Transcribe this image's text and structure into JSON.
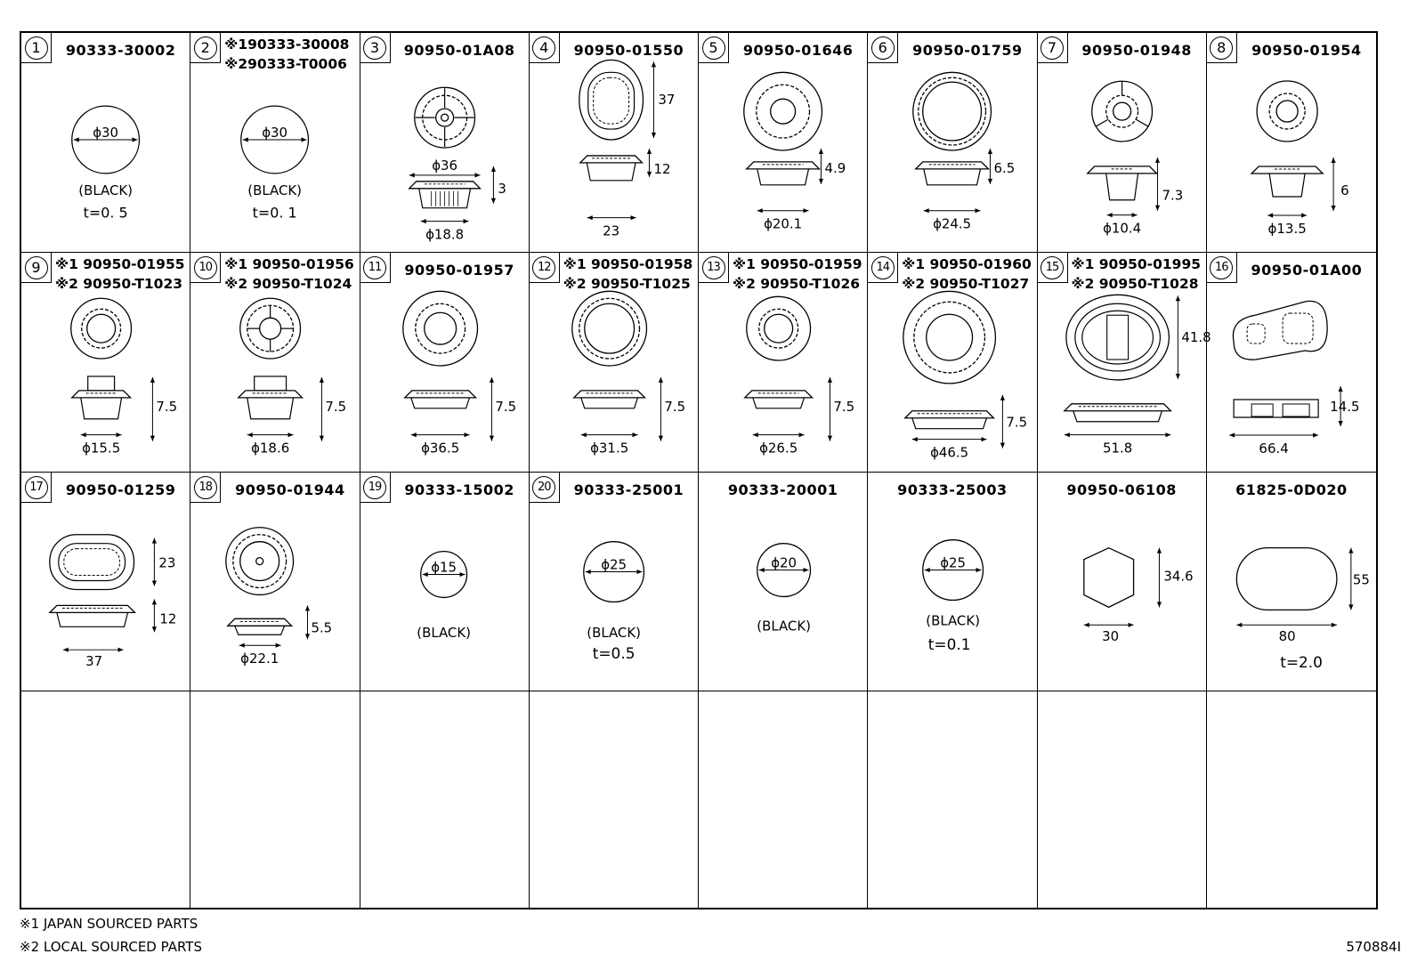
{
  "cells": [
    {
      "index": "1",
      "part_numbers": [
        "90333-30002"
      ],
      "dims": {
        "diameter": "ϕ30"
      },
      "color": "(BLACK)",
      "thickness": "t=0. 5"
    },
    {
      "index": "2",
      "part_numbers": [
        "※190333-30008",
        "※290333-T0006"
      ],
      "dims": {
        "diameter": "ϕ30"
      },
      "color": "(BLACK)",
      "thickness": "t=0. 1"
    },
    {
      "index": "3",
      "part_numbers": [
        "90950-01A08"
      ],
      "dims": {
        "diameter": "ϕ36",
        "height": "3",
        "hole": "ϕ18.8"
      }
    },
    {
      "index": "4",
      "part_numbers": [
        "90950-01550"
      ],
      "dims": {
        "length": "37",
        "height": "12",
        "width": "23"
      }
    },
    {
      "index": "5",
      "part_numbers": [
        "90950-01646"
      ],
      "dims": {
        "height": "4.9",
        "hole": "ϕ20.1"
      }
    },
    {
      "index": "6",
      "part_numbers": [
        "90950-01759"
      ],
      "dims": {
        "height": "6.5",
        "hole": "ϕ24.5"
      }
    },
    {
      "index": "7",
      "part_numbers": [
        "90950-01948"
      ],
      "dims": {
        "height": "7.3",
        "hole": "ϕ10.4"
      }
    },
    {
      "index": "8",
      "part_numbers": [
        "90950-01954"
      ],
      "dims": {
        "height": "6",
        "hole": "ϕ13.5"
      }
    },
    {
      "index": "9",
      "part_numbers": [
        "※1 90950-01955",
        "※2 90950-T1023"
      ],
      "dims": {
        "height": "7.5",
        "hole": "ϕ15.5"
      }
    },
    {
      "index": "10",
      "part_numbers": [
        "※1 90950-01956",
        "※2 90950-T1024"
      ],
      "dims": {
        "height": "7.5",
        "hole": "ϕ18.6"
      }
    },
    {
      "index": "11",
      "part_numbers": [
        "90950-01957"
      ],
      "dims": {
        "height": "7.5",
        "hole": "ϕ36.5"
      }
    },
    {
      "index": "12",
      "part_numbers": [
        "※1 90950-01958",
        "※2 90950-T1025"
      ],
      "dims": {
        "height": "7.5",
        "hole": "ϕ31.5"
      }
    },
    {
      "index": "13",
      "part_numbers": [
        "※1 90950-01959",
        "※2 90950-T1026"
      ],
      "dims": {
        "height": "7.5",
        "hole": "ϕ26.5"
      }
    },
    {
      "index": "14",
      "part_numbers": [
        "※1 90950-01960",
        "※2 90950-T1027"
      ],
      "dims": {
        "height": "7.5",
        "hole": "ϕ46.5"
      }
    },
    {
      "index": "15",
      "part_numbers": [
        "※1 90950-01995",
        "※2 90950-T1028"
      ],
      "dims": {
        "length": "41.8",
        "width": "51.8"
      }
    },
    {
      "index": "16",
      "part_numbers": [
        "90950-01A00"
      ],
      "dims": {
        "height": "14.5",
        "width": "66.4"
      }
    },
    {
      "index": "17",
      "part_numbers": [
        "90950-01259"
      ],
      "dims": {
        "length": "23",
        "height": "12",
        "width": "37"
      }
    },
    {
      "index": "18",
      "part_numbers": [
        "90950-01944"
      ],
      "dims": {
        "height": "5.5",
        "hole": "ϕ22.1"
      }
    },
    {
      "index": "19",
      "part_numbers": [
        "90333-15002"
      ],
      "dims": {
        "diameter": "ϕ15"
      },
      "color": "(BLACK)"
    },
    {
      "index": "20",
      "part_numbers": [
        "90333-25001"
      ],
      "dims": {
        "diameter": "ϕ25"
      },
      "color": "(BLACK)",
      "thickness": "t=0.5"
    },
    {
      "index": "",
      "part_numbers": [
        "90333-20001"
      ],
      "dims": {
        "diameter": "ϕ20"
      },
      "color": "(BLACK)"
    },
    {
      "index": "",
      "part_numbers": [
        "90333-25003"
      ],
      "dims": {
        "diameter": "ϕ25"
      },
      "color": "(BLACK)",
      "thickness": "t=0.1"
    },
    {
      "index": "",
      "part_numbers": [
        "90950-06108"
      ],
      "dims": {
        "height": "34.6",
        "width": "30"
      }
    },
    {
      "index": "",
      "part_numbers": [
        "61825-0D020"
      ],
      "dims": {
        "height": "55",
        "width": "80"
      },
      "thickness": "t=2.0"
    }
  ],
  "footnotes": [
    "※1 JAPAN SOURCED PARTS",
    "※2 LOCAL SOURCED PARTS"
  ],
  "reference_number": "570884I"
}
